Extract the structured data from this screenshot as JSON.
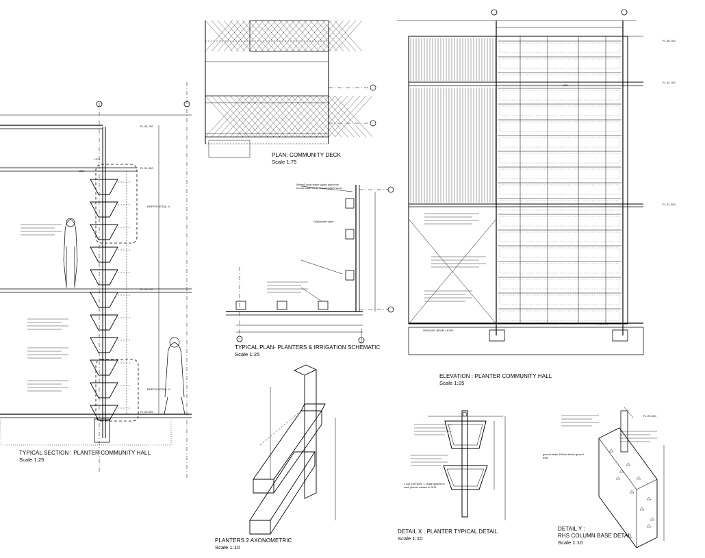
{
  "views": {
    "typical_section": {
      "title": "TYPICAL SECTION : PLANTER COMMUNITY HALL",
      "scale": "Scale 1:25"
    },
    "plan_community_deck": {
      "title": "PLAN: COMMUNITY DECK",
      "scale": "Scale 1:75"
    },
    "typical_plan": {
      "title": "TYPICAL PLAN- PLANTERS & IRRIGATION SCHEMATIC",
      "scale": "Scale 1:25"
    },
    "elevation": {
      "title": "ELEVATION : PLANTER COMMUNITY HALL",
      "scale": "Scale 1:25"
    },
    "axonometric": {
      "title": "PLANTERS 2 AXONOMETRIC",
      "scale": "Scale 1:10"
    },
    "detail_x": {
      "title": "DETAIL X : PLANTER TYPICAL DETAIL",
      "scale": "Scale 1:10"
    },
    "detail_y": {
      "title": "DETAIL Y :",
      "subtitle": "RHS COLUMN BASE DETAIL",
      "scale": "Scale 1:10"
    }
  },
  "labels": {
    "refer_detail_x": "REFER DETAIL X",
    "refer_detail_y": "REFER DETAIL Y",
    "ground_beam_level": "GROUND BEAM LEVEL",
    "ub1": "UB1",
    "uc1": "UC1",
    "fl_section": [
      "FL 32.750",
      "FL 31.250",
      "FL 26.750",
      "FL 25.000"
    ],
    "fl_elevation": [
      "FL 36.750",
      "FL 34.750",
      "FL 31.250",
      "FL 25.750"
    ],
    "fl_detail_y": "FL 25.000"
  },
  "notes": {
    "irrigation": "50mmØ main water supply pipe from terrace water tanks to specialist's specs",
    "drip_valve": "Drip/shutoff valve",
    "ground_beam": "ground beam 300mm below ground level",
    "angle_guides": "2 nos 75x75mm 'L' angle guides for each planter welded to RHS"
  }
}
